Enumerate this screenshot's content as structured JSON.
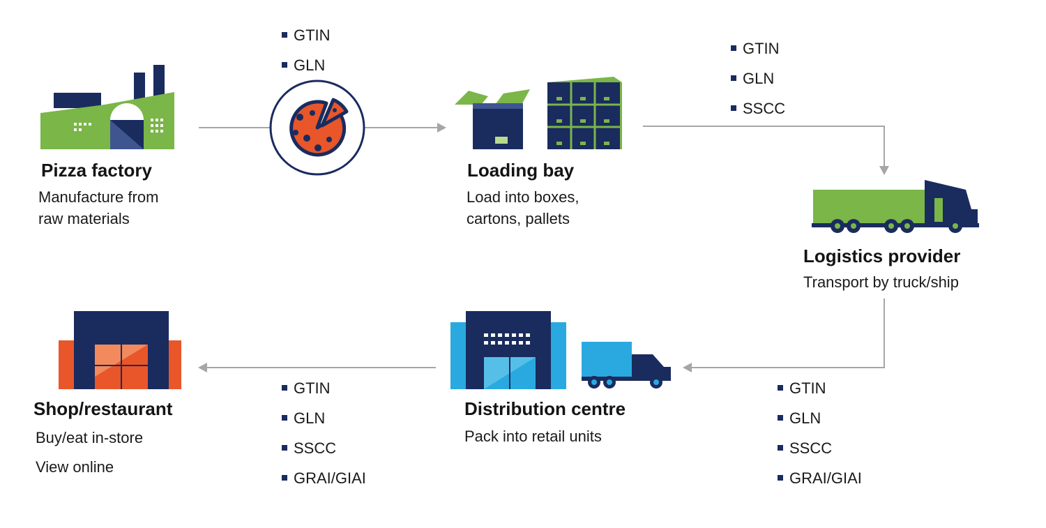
{
  "colors": {
    "navy": "#1a2b5e",
    "green": "#7ab648",
    "orange": "#e8562a",
    "cyan": "#29a9e0",
    "arrow": "#a6a6a6"
  },
  "stages": [
    {
      "title": "Pizza factory",
      "lines": [
        "Manufacture from",
        "raw materials"
      ],
      "icon": "factory-icon"
    },
    {
      "title": "Loading bay",
      "lines": [
        "Load into boxes,",
        "cartons, pallets"
      ],
      "icon": "boxes-pallet-icon"
    },
    {
      "title": "Logistics provider",
      "lines": [
        "Transport by truck/ship"
      ],
      "icon": "truck-icon"
    },
    {
      "title": "Distribution centre",
      "lines": [
        "Pack into retail units"
      ],
      "icon": "warehouse-icon"
    },
    {
      "title": "Shop/restaurant",
      "lines": [
        "Buy/eat in-store",
        "View online"
      ],
      "icon": "shop-icon"
    }
  ],
  "identifiers": {
    "factory_to_loading": [
      "GTIN",
      "GLN"
    ],
    "loading_to_logistics": [
      "GTIN",
      "GLN",
      "SSCC"
    ],
    "logistics_to_distribution": [
      "GTIN",
      "GLN",
      "SSCC",
      "GRAI/GIAI"
    ],
    "distribution_to_shop": [
      "GTIN",
      "GLN",
      "SSCC",
      "GRAI/GIAI"
    ]
  }
}
